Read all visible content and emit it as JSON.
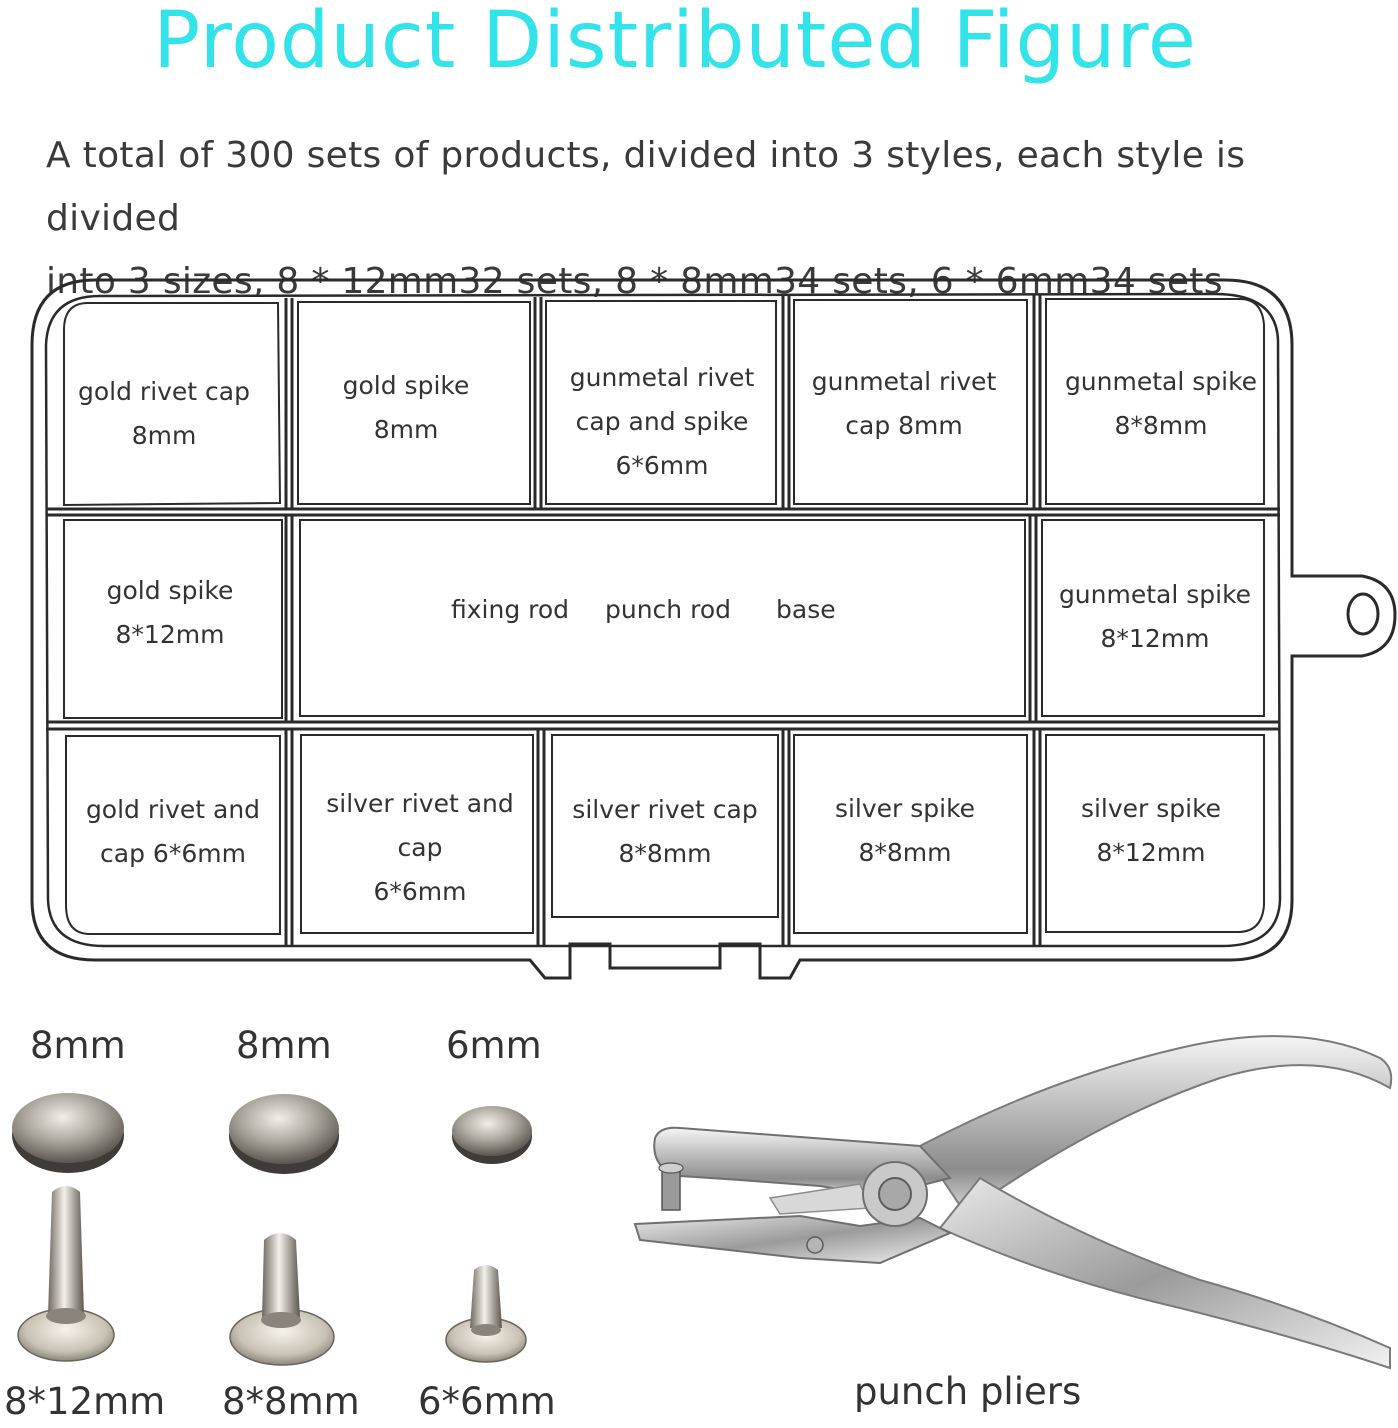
{
  "title": "Product Distributed Figure",
  "description": {
    "line1": "A total of 300 sets of products, divided into 3 styles, each style is divided",
    "line2": "into 3 sizes, 8 * 12mm32 sets, 8 * 8mm34 sets, 6 * 6mm34 sets"
  },
  "tray": {
    "row1": [
      {
        "line1": "gold rivet cap",
        "line2": "8mm",
        "line3": ""
      },
      {
        "line1": "gold spike",
        "line2": "8mm",
        "line3": ""
      },
      {
        "line1": "gunmetal rivet",
        "line2": "cap and spike",
        "line3": "6*6mm"
      },
      {
        "line1": "gunmetal rivet",
        "line2": "cap 8mm",
        "line3": ""
      },
      {
        "line1": "gunmetal spike",
        "line2": "8*8mm",
        "line3": ""
      }
    ],
    "row2_left": {
      "line1": "gold spike",
      "line2": "8*12mm"
    },
    "row2_center": {
      "item1": "fixing rod",
      "item2": "punch rod",
      "item3": "base"
    },
    "row2_right": {
      "line1": "gunmetal spike",
      "line2": "8*12mm"
    },
    "row3": [
      {
        "line1": "gold rivet and",
        "line2": "cap 6*6mm",
        "line3": ""
      },
      {
        "line1": "silver rivet and",
        "line2": "cap",
        "line3": "6*6mm"
      },
      {
        "line1": "silver rivet cap",
        "line2": "8*8mm",
        "line3": ""
      },
      {
        "line1": "silver spike",
        "line2": "8*8mm",
        "line3": ""
      },
      {
        "line1": "silver spike",
        "line2": "8*12mm",
        "line3": ""
      }
    ]
  },
  "parts": {
    "cap_sizes": [
      "8mm",
      "8mm",
      "6mm"
    ],
    "rivet_sizes": [
      "8*12mm",
      "8*8mm",
      "6*6mm"
    ],
    "pliers_label": "punch pliers"
  }
}
